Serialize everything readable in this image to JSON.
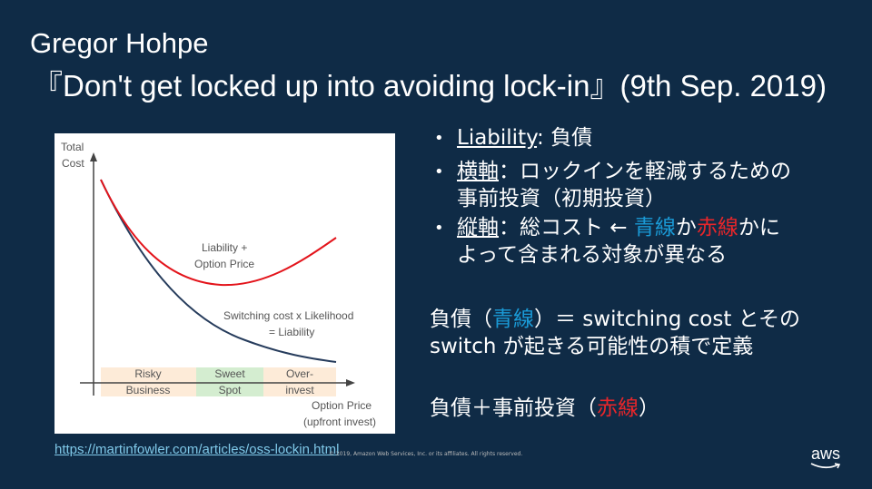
{
  "title": {
    "line1": "Gregor Hohpe",
    "line2": "『Don't get locked up into avoiding lock-in』(9th Sep. 2019)"
  },
  "diagram": {
    "y_axis_label": [
      "Total",
      "Cost"
    ],
    "x_axis_label": [
      "Option Price",
      "(upfront invest)"
    ],
    "red_label": [
      "Liability +",
      "Option Price"
    ],
    "blue_label": [
      "Switching cost x Likelihood",
      "= Liability"
    ],
    "bands": [
      {
        "top": "Risky",
        "bottom": "Business"
      },
      {
        "top": "Sweet",
        "bottom": "Spot"
      },
      {
        "top": "Over-",
        "bottom": "invest"
      }
    ],
    "colors": {
      "red": "#e3141b",
      "blue": "#263c5c",
      "band_orange": "#fdebd8",
      "band_green": "#d4edd0"
    }
  },
  "bullets": [
    {
      "term": "Liability",
      "rest": ": 負債"
    },
    {
      "term": "横軸",
      "rest": "：ロックインを軽減するための",
      "line2": "事前投資（初期投資）"
    },
    {
      "term": "縦軸",
      "rest": "：総コスト ← ",
      "blue": "青線",
      "mid": "か",
      "red": "赤線",
      "end": "かに",
      "line2": "よって含まれる対象が異なる"
    }
  ],
  "para1": {
    "a": "負債（",
    "blue": "青線",
    "b": "）＝ switching cost とその",
    "line2": "switch が起きる可能性の積で定義"
  },
  "para2": {
    "a": "負債＋事前投資（",
    "red": "赤線",
    "b": "）"
  },
  "footer": {
    "link": "https://martinfowler.com/articles/oss-lockin.html",
    "copyright": "© 2019, Amazon Web Services, Inc. or its affiliates. All rights reserved.",
    "logo": "aws"
  }
}
